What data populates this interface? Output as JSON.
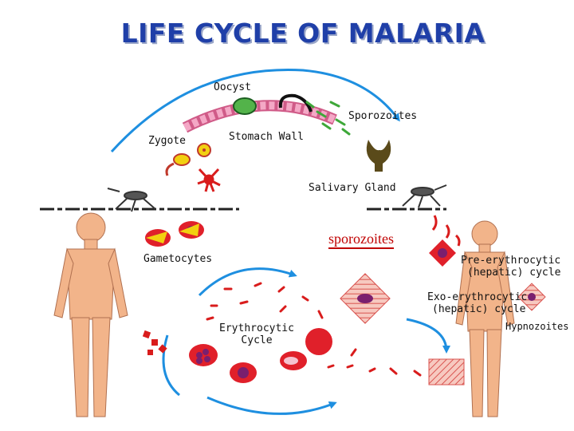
{
  "title": "LIFE CYCLE OF MALARIA",
  "labels": {
    "oocyst": "Oocyst",
    "sporozoites_top": "Sporozoites",
    "zygote": "Zygote",
    "stomach_wall": "Stomach Wall",
    "salivary_gland": "Salivary  Gland",
    "sporozoites_red": "sporozoites",
    "gametocytes": "Gametocytes",
    "pre_erythrocytic_1": "Pre-erythrocytic",
    "pre_erythrocytic_2": "(hepatic) cycle",
    "exo_erythrocytic_1": "Exo-erythrocytic",
    "exo_erythrocytic_2": "(hepatic) cycle",
    "hypnozoites": "Hypnozoites",
    "erythrocytic_1": "Erythrocytic",
    "erythrocytic_2": "Cycle"
  },
  "colors": {
    "title": "#1f3fa8",
    "arrow": "#1e8fe0",
    "skin": "#f2b48a",
    "blood_cell": "#e0202a",
    "parasite": "#7a1f6e"
  }
}
